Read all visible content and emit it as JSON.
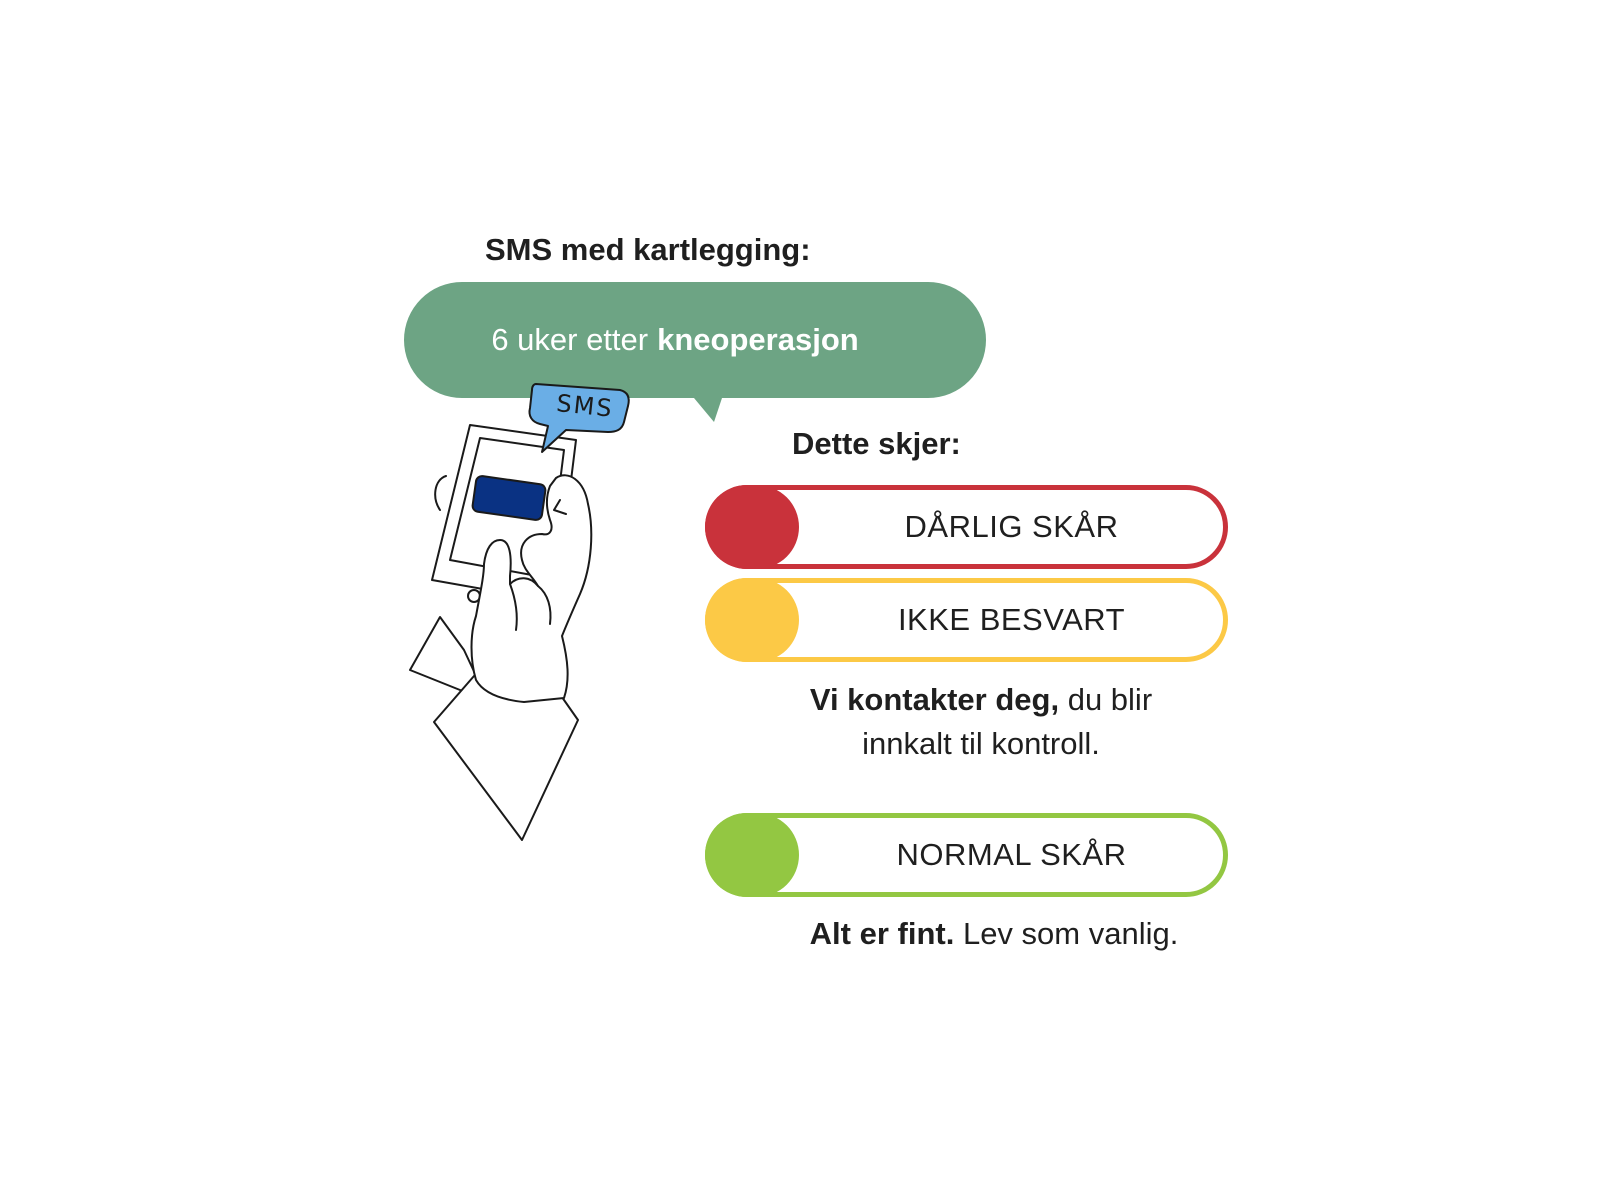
{
  "heading": "SMS med kartlegging:",
  "bubble": {
    "text_regular": "6 uker etter",
    "text_bold": "kneoperasjon",
    "color": "#6da484"
  },
  "illustration": {
    "sms_tag": "SMS",
    "tag_color": "#6aaee6",
    "screen_button_color": "#0a3283"
  },
  "outcome_heading": "Dette skjer:",
  "outcomes": [
    {
      "label": "DÅRLIG SKÅR",
      "color": "#c9323b"
    },
    {
      "label": "IKKE BESVART",
      "color": "#fcc946"
    },
    {
      "label": "NORMAL SKÅR",
      "color": "#93c742"
    }
  ],
  "contact_note": {
    "bold": "Vi kontakter deg,",
    "line1_rest": "du blir",
    "line2": "innkalt til kontroll."
  },
  "fine_note": {
    "bold": "Alt er fint.",
    "rest": "Lev som vanlig."
  }
}
